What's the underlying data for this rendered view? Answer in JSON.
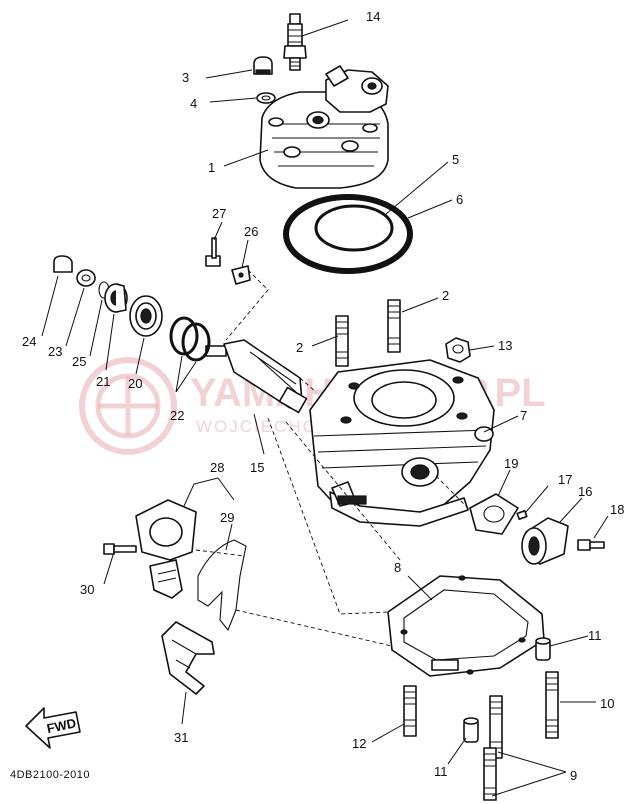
{
  "watermark": {
    "text": "YAMAHA-KTMP.PL",
    "subtext": "WOJCIECHOWSKI  YAMAHA"
  },
  "drawing_code": "4DB2100-2010",
  "fwd_label": "FWD",
  "callouts": {
    "c1": "1",
    "c2a": "2",
    "c2b": "2",
    "c3": "3",
    "c4": "4",
    "c5": "5",
    "c6": "6",
    "c7": "7",
    "c8": "8",
    "c9": "9",
    "c10": "10",
    "c11a": "11",
    "c11b": "11",
    "c12": "12",
    "c13": "13",
    "c14": "14",
    "c15": "15",
    "c16": "16",
    "c17": "17",
    "c18": "18",
    "c19": "19",
    "c20": "20",
    "c21": "21",
    "c22": "22",
    "c23": "23",
    "c24": "24",
    "c25": "25",
    "c26": "26",
    "c27": "27",
    "c28": "28",
    "c29": "29",
    "c30": "30",
    "c31": "31"
  },
  "colors": {
    "line": "#111111",
    "watermark": "#e8b0b4"
  }
}
